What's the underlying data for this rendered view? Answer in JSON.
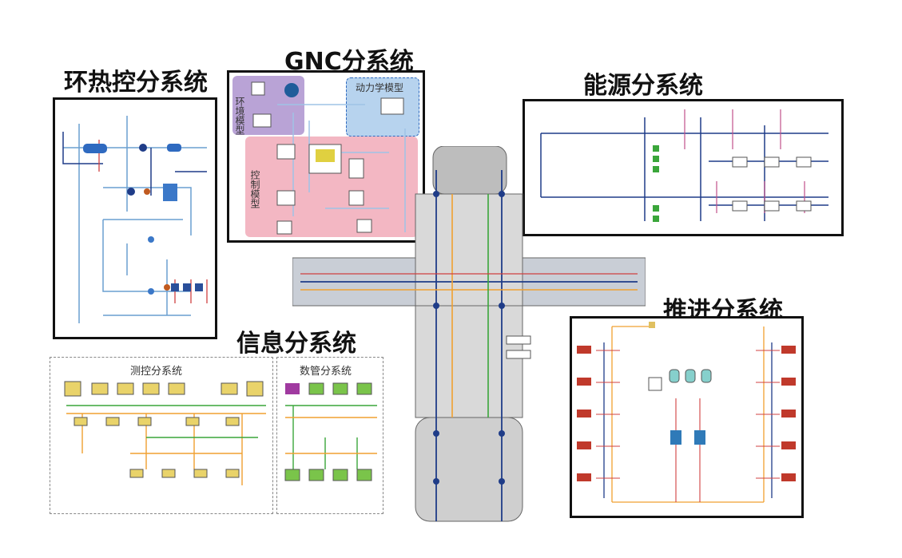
{
  "titles": {
    "thermal": "环热控分系统",
    "gnc": "GNC分系统",
    "power": "能源分系统",
    "info": "信息分系统",
    "propulsion": "推进分系统"
  },
  "gnc": {
    "env_model": "环境模型",
    "dynamics_model": "动力学模型",
    "control_model": "控制模型"
  },
  "info": {
    "ttc": "测控分系统",
    "dms": "数管分系统"
  },
  "colors": {
    "line_blue": "#1f3c88",
    "line_orange": "#f0a030",
    "line_green": "#3aa63a",
    "line_pink": "#c0508a",
    "purple_zone": "#b9a3d6",
    "blue_zone": "#b7d3ee",
    "pink_zone": "#f3b7c3",
    "station_gray": "#bdbdbd"
  }
}
